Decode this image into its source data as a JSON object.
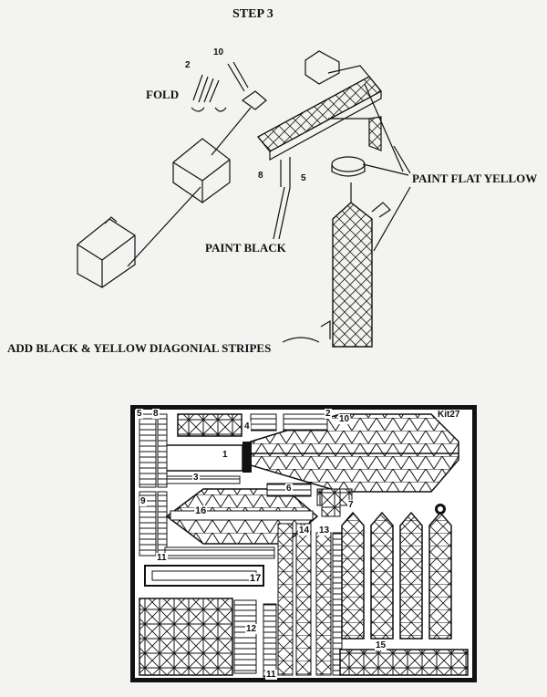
{
  "instructions": {
    "step_title": "STEP 3",
    "fold_label": "FOLD",
    "paint_flat_yellow": "PAINT FLAT YELLOW",
    "paint_black": "PAINT BLACK",
    "stripes_label": "ADD BLACK & YELLOW DIAGONIAL STRIPES",
    "callouts": {
      "n2": "2",
      "n10": "10",
      "n8": "8",
      "n5": "5"
    }
  },
  "fret": {
    "kit_label": "Kit27",
    "parts": {
      "p1": "1",
      "p2": "2",
      "p3": "3",
      "p4": "4",
      "p5": "5",
      "p6": "6",
      "p7": "7",
      "p8": "8",
      "p9": "9",
      "p10": "10",
      "p11a": "11",
      "p11b": "11",
      "p12": "12",
      "p13": "13",
      "p14": "14",
      "p15": "15",
      "p16": "16",
      "p17": "17"
    }
  }
}
